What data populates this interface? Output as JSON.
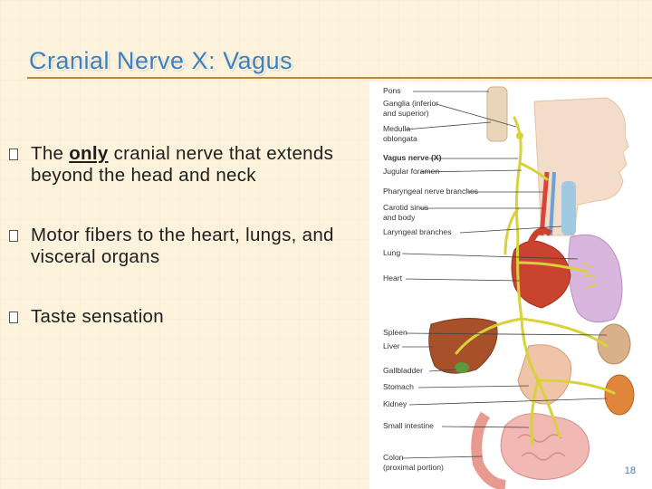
{
  "slide": {
    "title": "Cranial Nerve X: Vagus",
    "page_number": "18"
  },
  "bullets": [
    {
      "pre": "The ",
      "emph": "only",
      "post": " cranial nerve that extends beyond the head and neck"
    },
    {
      "text": "Motor fibers to the heart, lungs, and visceral organs"
    },
    {
      "text": "Taste sensation"
    }
  ],
  "figure_labels": {
    "pons": "Pons",
    "ganglia_1": "Ganglia (inferior",
    "ganglia_2": "and superior)",
    "medulla_1": "Medulla",
    "medulla_2": "oblongata",
    "vagus": "Vagus nerve (X)",
    "jugular": "Jugular foramen",
    "pharyngeal": "Pharyngeal nerve branches",
    "carotid_1": "Carotid sinus",
    "carotid_2": "and body",
    "laryngeal": "Laryngeal branches",
    "lung": "Lung",
    "heart": "Heart",
    "spleen": "Spleen",
    "liver": "Liver",
    "gallbladder": "Gallbladder",
    "stomach": "Stomach",
    "kidney": "Kidney",
    "small_intestine": "Small intestine",
    "colon_1": "Colon",
    "colon_2": "(proximal portion)"
  },
  "colors": {
    "title": "#3d7fba",
    "rule": "#ba8a3c",
    "nerve": "#d8d23a",
    "heart": "#c9432f",
    "lung": "#d9b6dd",
    "liver": "#a8502a"
  }
}
